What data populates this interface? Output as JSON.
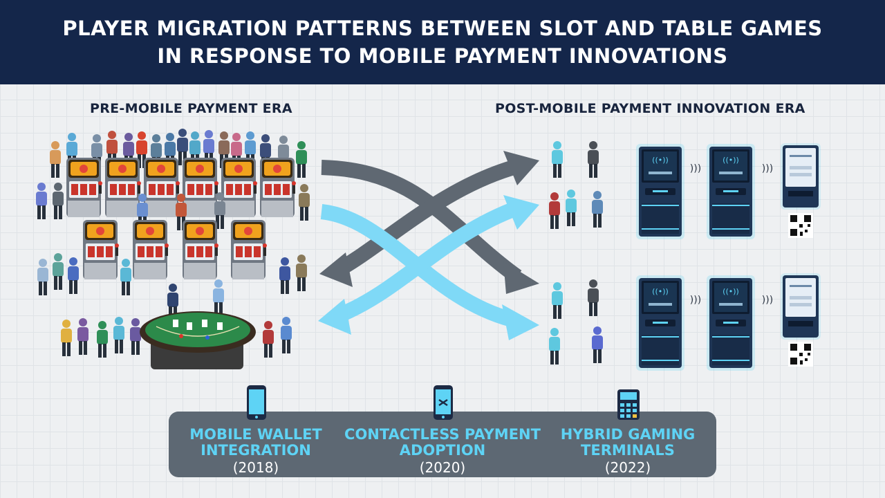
{
  "title": {
    "line1": "PLAYER MIGRATION PATTERNS BETWEEN SLOT AND TABLE GAMES",
    "line2": "IN RESPONSE TO MOBILE PAYMENT INNOVATIONS"
  },
  "eras": {
    "pre": "PRE-MOBILE PAYMENT ERA",
    "post": "POST-MOBILE PAYMENT INNOVATION ERA"
  },
  "milestones": [
    {
      "name_line1": "MOBILE WALLET",
      "name_line2": "INTEGRATION",
      "year": "(2018)",
      "icon": "smartphone-icon"
    },
    {
      "name_line1": "CONTACTLESS PAYMENT",
      "name_line2": "ADOPTION",
      "year": "(2020)",
      "icon": "contactless-phone-icon"
    },
    {
      "name_line1": "HYBRID GAMING",
      "name_line2": "TERMINALS",
      "year": "(2022)",
      "icon": "payment-terminal-icon"
    }
  ],
  "colors": {
    "header_bg": "#14264a",
    "arrow_gray": "#5f6872",
    "arrow_cyan": "#7fd9f7",
    "accent_cyan": "#5ed3f5",
    "panel_bg": "#5d6873",
    "terminal_body": "#243b5c"
  }
}
